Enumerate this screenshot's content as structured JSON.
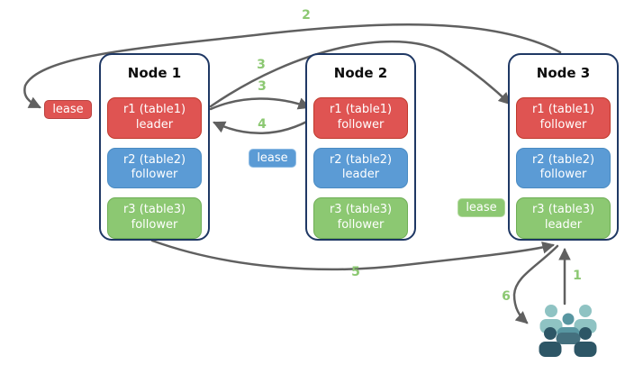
{
  "diagram": {
    "title_hidden": "",
    "nodes": [
      {
        "title": "Node 1",
        "replicas": [
          {
            "name": "r1 (table1)",
            "role": "leader",
            "color": "red"
          },
          {
            "name": "r2 (table2)",
            "role": "follower",
            "color": "blue"
          },
          {
            "name": "r3 (table3)",
            "role": "follower",
            "color": "green"
          }
        ]
      },
      {
        "title": "Node 2",
        "replicas": [
          {
            "name": "r1 (table1)",
            "role": "follower",
            "color": "red"
          },
          {
            "name": "r2 (table2)",
            "role": "leader",
            "color": "blue"
          },
          {
            "name": "r3 (table3)",
            "role": "follower",
            "color": "green"
          }
        ]
      },
      {
        "title": "Node 3",
        "replicas": [
          {
            "name": "r1 (table1)",
            "role": "follower",
            "color": "red"
          },
          {
            "name": "r2 (table2)",
            "role": "follower",
            "color": "blue"
          },
          {
            "name": "r3 (table3)",
            "role": "leader",
            "color": "green"
          }
        ]
      }
    ],
    "leases": [
      {
        "label": "lease",
        "color": "red"
      },
      {
        "label": "lease",
        "color": "blue"
      },
      {
        "label": "lease",
        "color": "green"
      }
    ],
    "steps": {
      "s1": "1",
      "s2": "2",
      "s3a": "3",
      "s3b": "3",
      "s4": "4",
      "s5": "5",
      "s6": "6"
    }
  },
  "colors": {
    "red_fill": "#df5452",
    "red_border": "#c0392b",
    "blue_fill": "#5b9bd5",
    "blue_border": "#4a8bc2",
    "green_fill": "#8cc872",
    "green_border": "#6fae56",
    "node_border": "#1f3864",
    "arrow": "#606060",
    "step_label": "#8cc872",
    "users_light": "#8fc3c3",
    "users_medium": "#5896a1",
    "users_medium_dark": "#44707e",
    "users_dark": "#2d5666"
  }
}
